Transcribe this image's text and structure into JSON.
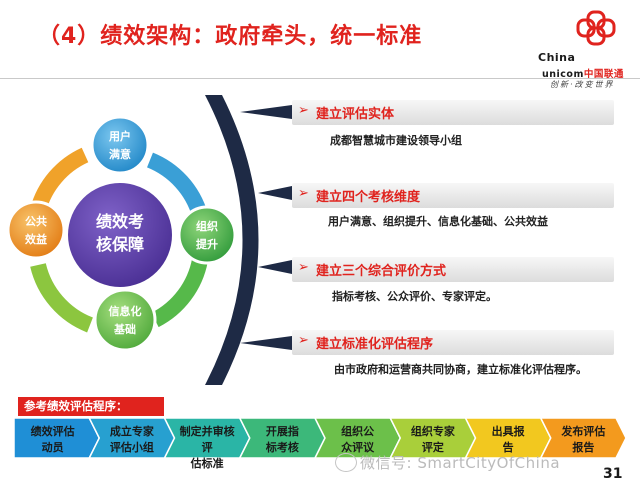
{
  "title": "（4）绩效架构：政府牵头，统一标准",
  "logo": {
    "brand_en_1": "China",
    "brand_en_2": "unicom",
    "brand_cn": "中国联通",
    "slogan": "创新·改变世界",
    "color": "#e0231e"
  },
  "cycle": {
    "center": "绩效考核保障",
    "center_line1": "绩效考",
    "center_line2": "核保障",
    "nodes": [
      {
        "line1": "用户",
        "line2": "满意",
        "color": "#3aa1d8"
      },
      {
        "line1": "组织",
        "line2": "提升",
        "color": "#4db848"
      },
      {
        "line1": "信息化",
        "line2": "基础",
        "color": "#6cbf4a"
      },
      {
        "line1": "公共",
        "line2": "效益",
        "color": "#f39a1e"
      }
    ]
  },
  "items": [
    {
      "heading": "建立评估实体",
      "desc": "成都智慧城市建设领导小组"
    },
    {
      "heading": "建立四个考核维度",
      "desc": "用户满意、组织提升、信息化基础、公共效益"
    },
    {
      "heading": "建立三个综合评价方式",
      "desc": "指标考核、公众评价、专家评定。"
    },
    {
      "heading": "建立标准化评估程序",
      "desc": "由市政府和运营商共同协商，建立标准化评估程序。"
    }
  ],
  "chevron": "➢",
  "reference": {
    "label": "参考绩效评估程序：",
    "steps": [
      {
        "line1": "绩效评估",
        "line2": "动员",
        "color": "#1f8fd6"
      },
      {
        "line1": "成立专家",
        "line2": "评估小组",
        "color": "#27a0d0"
      },
      {
        "line1": "制定并审核评",
        "line2": "估标准",
        "color": "#2ab5a6"
      },
      {
        "line1": "开展指",
        "line2": "标考核",
        "color": "#3cb87a"
      },
      {
        "line1": "组织公",
        "line2": "众评议",
        "color": "#6cc04a"
      },
      {
        "line1": "组织专家",
        "line2": "评定",
        "color": "#a9cf3a"
      },
      {
        "line1": "出具报",
        "line2": "告",
        "color": "#f2c81f"
      },
      {
        "line1": "发布评估",
        "line2": "报告",
        "color": "#f39a1e"
      }
    ]
  },
  "watermark": "微信号: SmartCityOfChina",
  "page_number": "31"
}
